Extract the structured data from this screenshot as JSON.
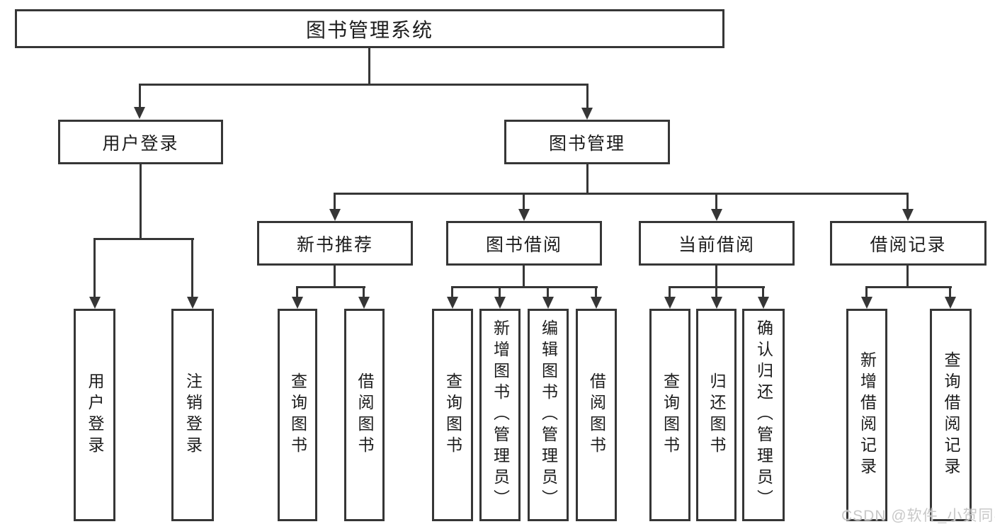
{
  "watermark": "CSDN @软件_小贺同学",
  "colors": {
    "line": "#363636",
    "text": "#1c1c1c",
    "watermark": "#c8c8c8",
    "background": "#ffffff"
  },
  "tree": {
    "label": "图书管理系统",
    "children": [
      {
        "label": "用户登录",
        "children": [
          {
            "label": "用户登录"
          },
          {
            "label": "注销登录"
          }
        ]
      },
      {
        "label": "图书管理",
        "children": [
          {
            "label": "新书推荐",
            "children": [
              {
                "label": "查询图书"
              },
              {
                "label": "借阅图书"
              }
            ]
          },
          {
            "label": "图书借阅",
            "children": [
              {
                "label": "查询图书"
              },
              {
                "label": "新增图书（管理员）"
              },
              {
                "label": "编辑图书（管理员）"
              },
              {
                "label": "借阅图书"
              }
            ]
          },
          {
            "label": "当前借阅",
            "children": [
              {
                "label": "查询图书"
              },
              {
                "label": "归还图书"
              },
              {
                "label": "确认归还（管理员）"
              }
            ]
          },
          {
            "label": "借阅记录",
            "children": [
              {
                "label": "新增借阅记录"
              },
              {
                "label": "查询借阅记录"
              }
            ]
          }
        ]
      }
    ]
  }
}
